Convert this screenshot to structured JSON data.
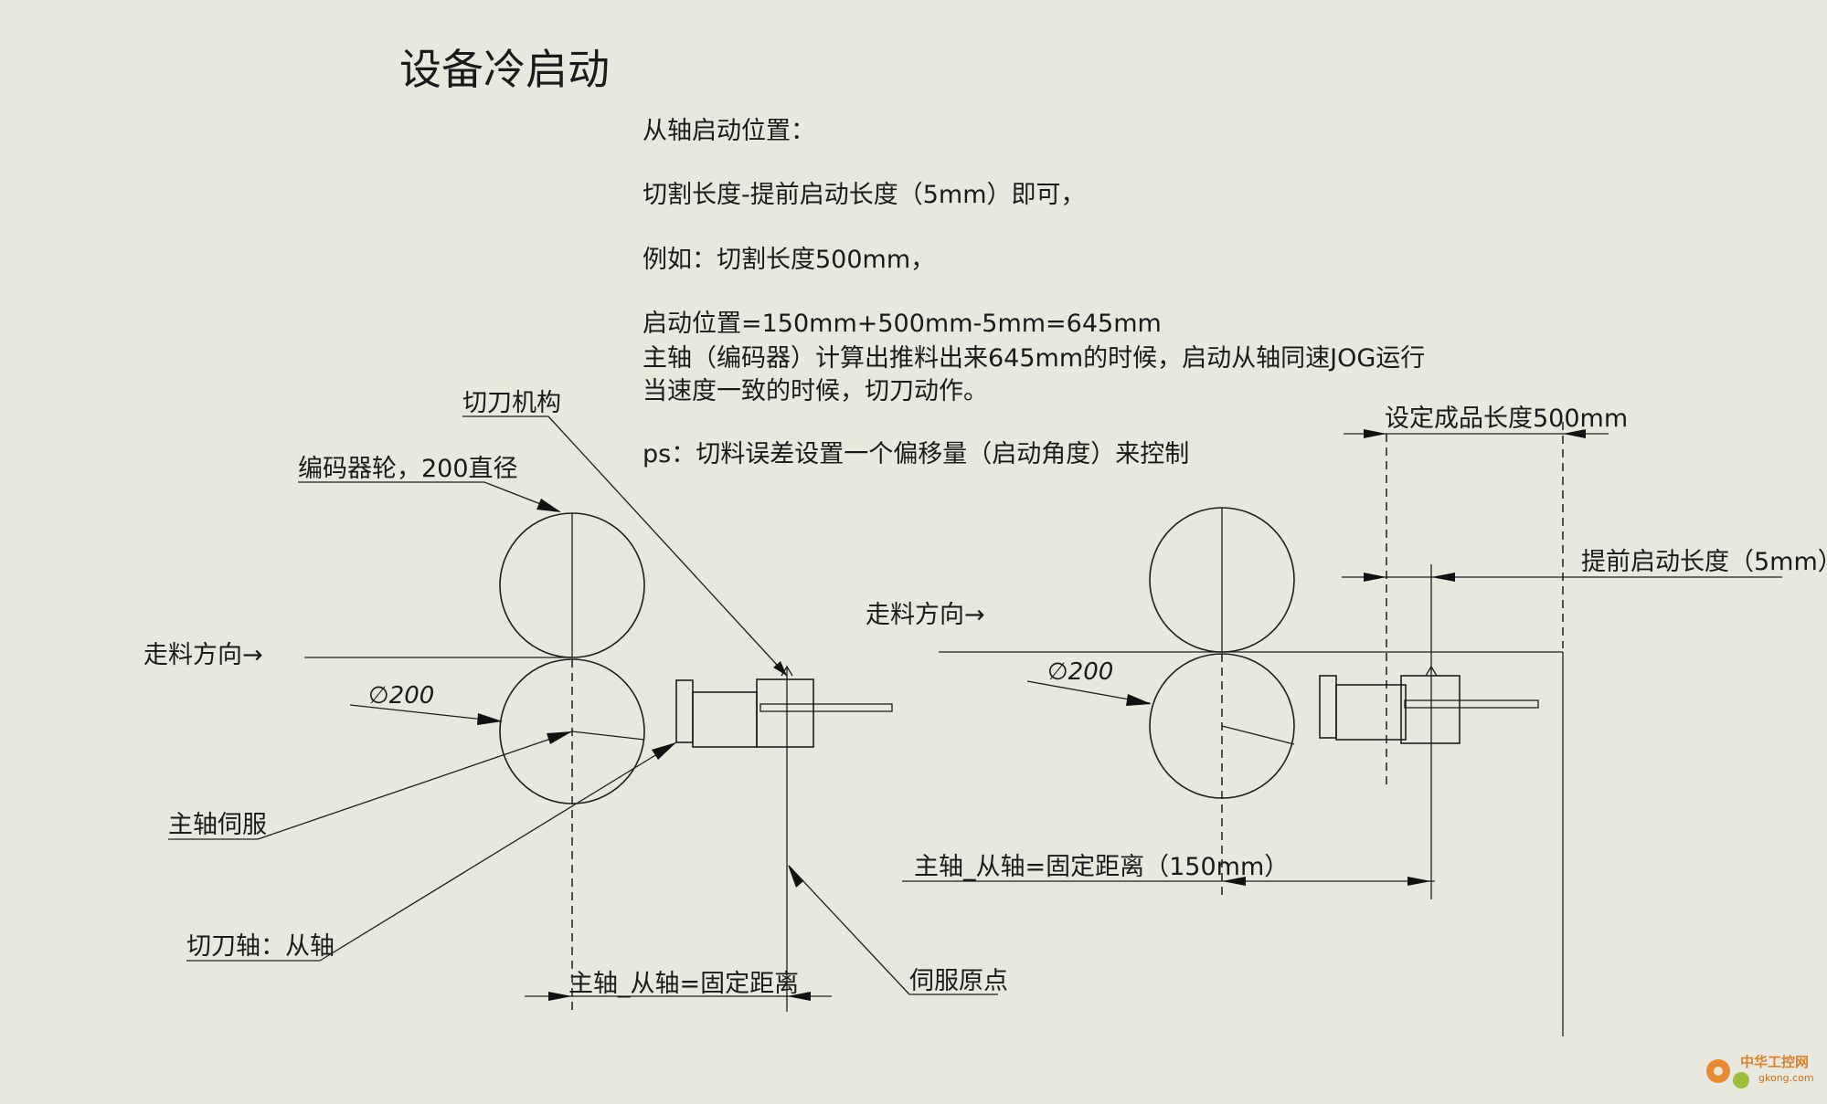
{
  "title": "设备冷启动",
  "notes": [
    "从轴启动位置：",
    "切割长度-提前启动长度（5mm）即可，",
    "例如：切割长度500mm，",
    "启动位置=150mm+500mm-5mm=645mm",
    "主轴（编码器）计算出推料出来645mm的时候，启动从轴同速JOG运行",
    "当速度一致的时候，切刀动作。",
    "ps：切料误差设置一个偏移量（启动角度）来控制"
  ],
  "left_view": {
    "cutter_mechanism": "切刀机构",
    "encoder_wheel": "编码器轮，200直径",
    "feed_direction": "走料方向→",
    "diameter": "∅200",
    "main_servo": "主轴伺服",
    "cutter_axis": "切刀轴：从轴",
    "fixed_distance": "主轴_从轴=固定距离",
    "servo_origin": "伺服原点"
  },
  "right_view": {
    "product_length": "设定成品长度500mm",
    "advance_start": "提前启动长度（5mm）",
    "feed_direction": "走料方向→",
    "diameter": "∅200",
    "fixed_distance": "主轴_从轴=固定距离（150mm）"
  },
  "watermark": {
    "name": "中华工控网",
    "site": "gkong.com"
  },
  "colors": {
    "background": "#e9e8de",
    "line": "#1e1e1e",
    "watermark": "#d9822b"
  }
}
